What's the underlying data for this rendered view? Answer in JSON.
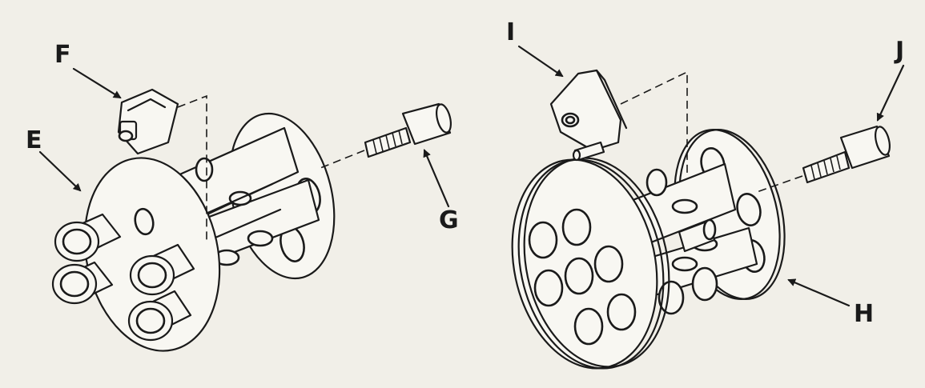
{
  "labels": {
    "E": "E",
    "F": "F",
    "G": "G",
    "H": "H",
    "I": "I",
    "J": "J"
  }
}
